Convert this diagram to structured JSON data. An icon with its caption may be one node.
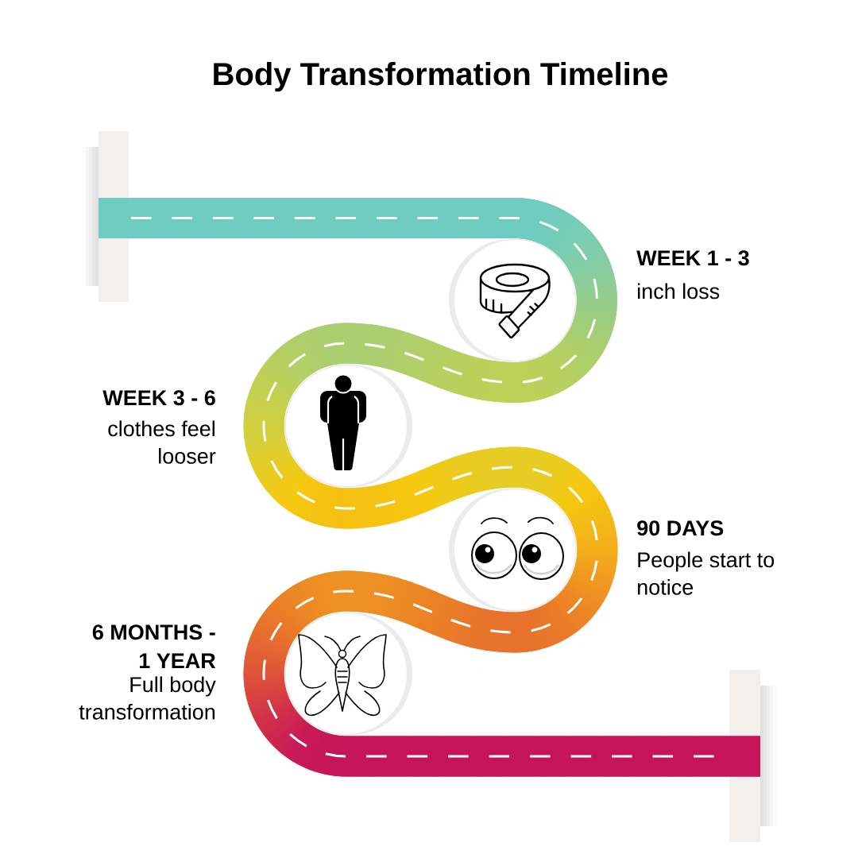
{
  "diagram": {
    "title": "Body Transformation Timeline",
    "nodes": [
      {
        "text": [],
        "shape": "circle",
        "beside": [
          "WEEK 1 - 3",
          "inch loss"
        ]
      },
      {
        "text": [],
        "shape": "circle",
        "beside": [
          "WEEK 3 - 6",
          "clothes feel looser"
        ]
      },
      {
        "text": [],
        "shape": "circle",
        "beside": [
          "90 DAYS",
          "People start to notice"
        ]
      },
      {
        "text": [],
        "shape": "circle",
        "beside": [
          "6 MONTHS - 1 YEAR",
          "Full body transformation"
        ]
      }
    ]
  }
}
